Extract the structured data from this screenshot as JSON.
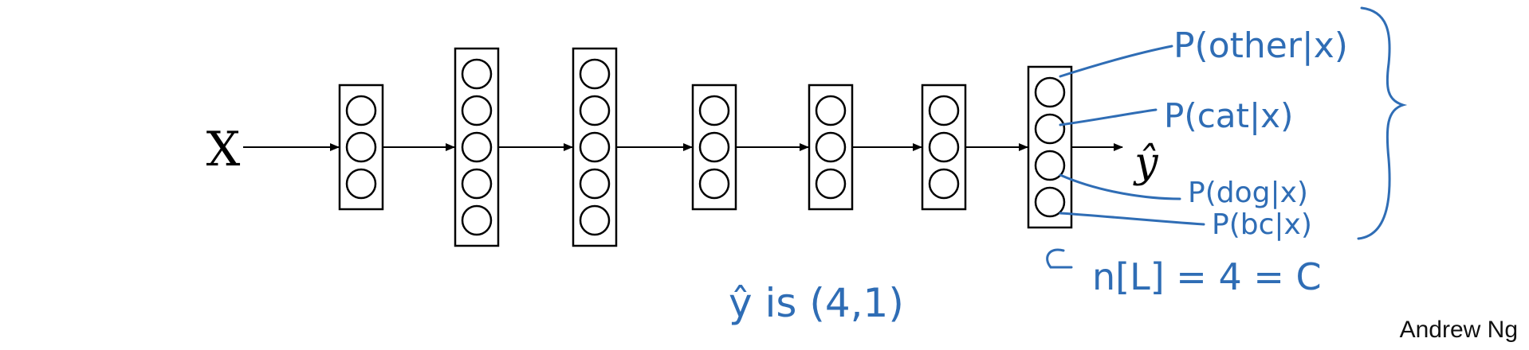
{
  "diagram": {
    "input_label": "X",
    "output_label": "ŷ",
    "layers": [
      {
        "neurons": 3
      },
      {
        "neurons": 5
      },
      {
        "neurons": 5
      },
      {
        "neurons": 3
      },
      {
        "neurons": 3
      },
      {
        "neurons": 3
      },
      {
        "neurons": 4
      }
    ]
  },
  "annotations": {
    "probabilities": [
      "P(other|x)",
      "P(cat|x)",
      "P(dog|x)",
      "P(bc|x)"
    ],
    "yhat_shape": "ŷ is (4,1)",
    "num_classes": "n[L] = 4 = C",
    "ink_color": "#2f6db5"
  },
  "footer": {
    "credit": "Andrew Ng"
  }
}
